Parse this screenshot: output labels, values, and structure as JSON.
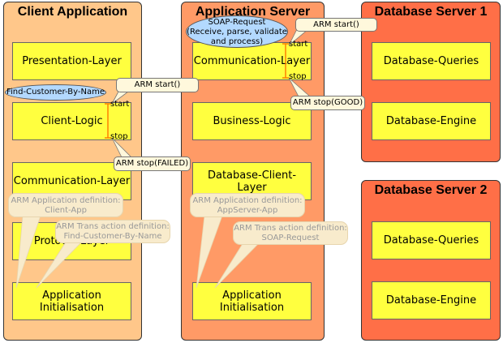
{
  "colors": {
    "client_panel": "#ffc78a",
    "server_panel": "#ff9a66",
    "db_panel": "#ff6f47",
    "layer": "#ffff3f",
    "arm_callout": "#fff8dc",
    "definition_callout": "#f8ebcc",
    "context_callout": "#b3d9ff",
    "marker_line": "#ff8000"
  },
  "client": {
    "title": "Client Application",
    "layers": {
      "presentation": "Presentation-Layer",
      "logic": "Client-Logic",
      "communication": "Communication-Layer",
      "protocol": "Protocol-Layer",
      "init_line1": "Application",
      "init_line2": "Initialisation"
    },
    "start_label": "start",
    "stop_label": "stop",
    "context": "Find-Customer-By-Name",
    "arm_start": "ARM start()",
    "arm_stop": "ARM stop(FAILED)",
    "app_def_line1": "ARM Application definition:",
    "app_def_line2": "Client-App",
    "tx_def_line1": "ARM Trans action definition:",
    "tx_def_line2": "Find-Customer-By-Name"
  },
  "server": {
    "title": "Application Server",
    "layers": {
      "communication": "Communication-Layer",
      "business": "Business-Logic",
      "db_client": "Database-Client-Layer",
      "init_line1": "Application",
      "init_line2": "Initialisation"
    },
    "start_label": "start",
    "stop_label": "stop",
    "context_line1": "SOAP-Request",
    "context_line2": "(Receive, parse, validate",
    "context_line3": "and process)",
    "arm_start": "ARM start()",
    "arm_stop": "ARM stop(GOOD)",
    "app_def_line1": "ARM Application definition:",
    "app_def_line2": "AppServer-App",
    "tx_def_line1": "ARM Trans action definition:",
    "tx_def_line2": "SOAP-Request"
  },
  "db1": {
    "title": "Database Server 1",
    "layers": {
      "queries": "Database-Queries",
      "engine": "Database-Engine"
    }
  },
  "db2": {
    "title": "Database Server 2",
    "layers": {
      "queries": "Database-Queries",
      "engine": "Database-Engine"
    }
  }
}
